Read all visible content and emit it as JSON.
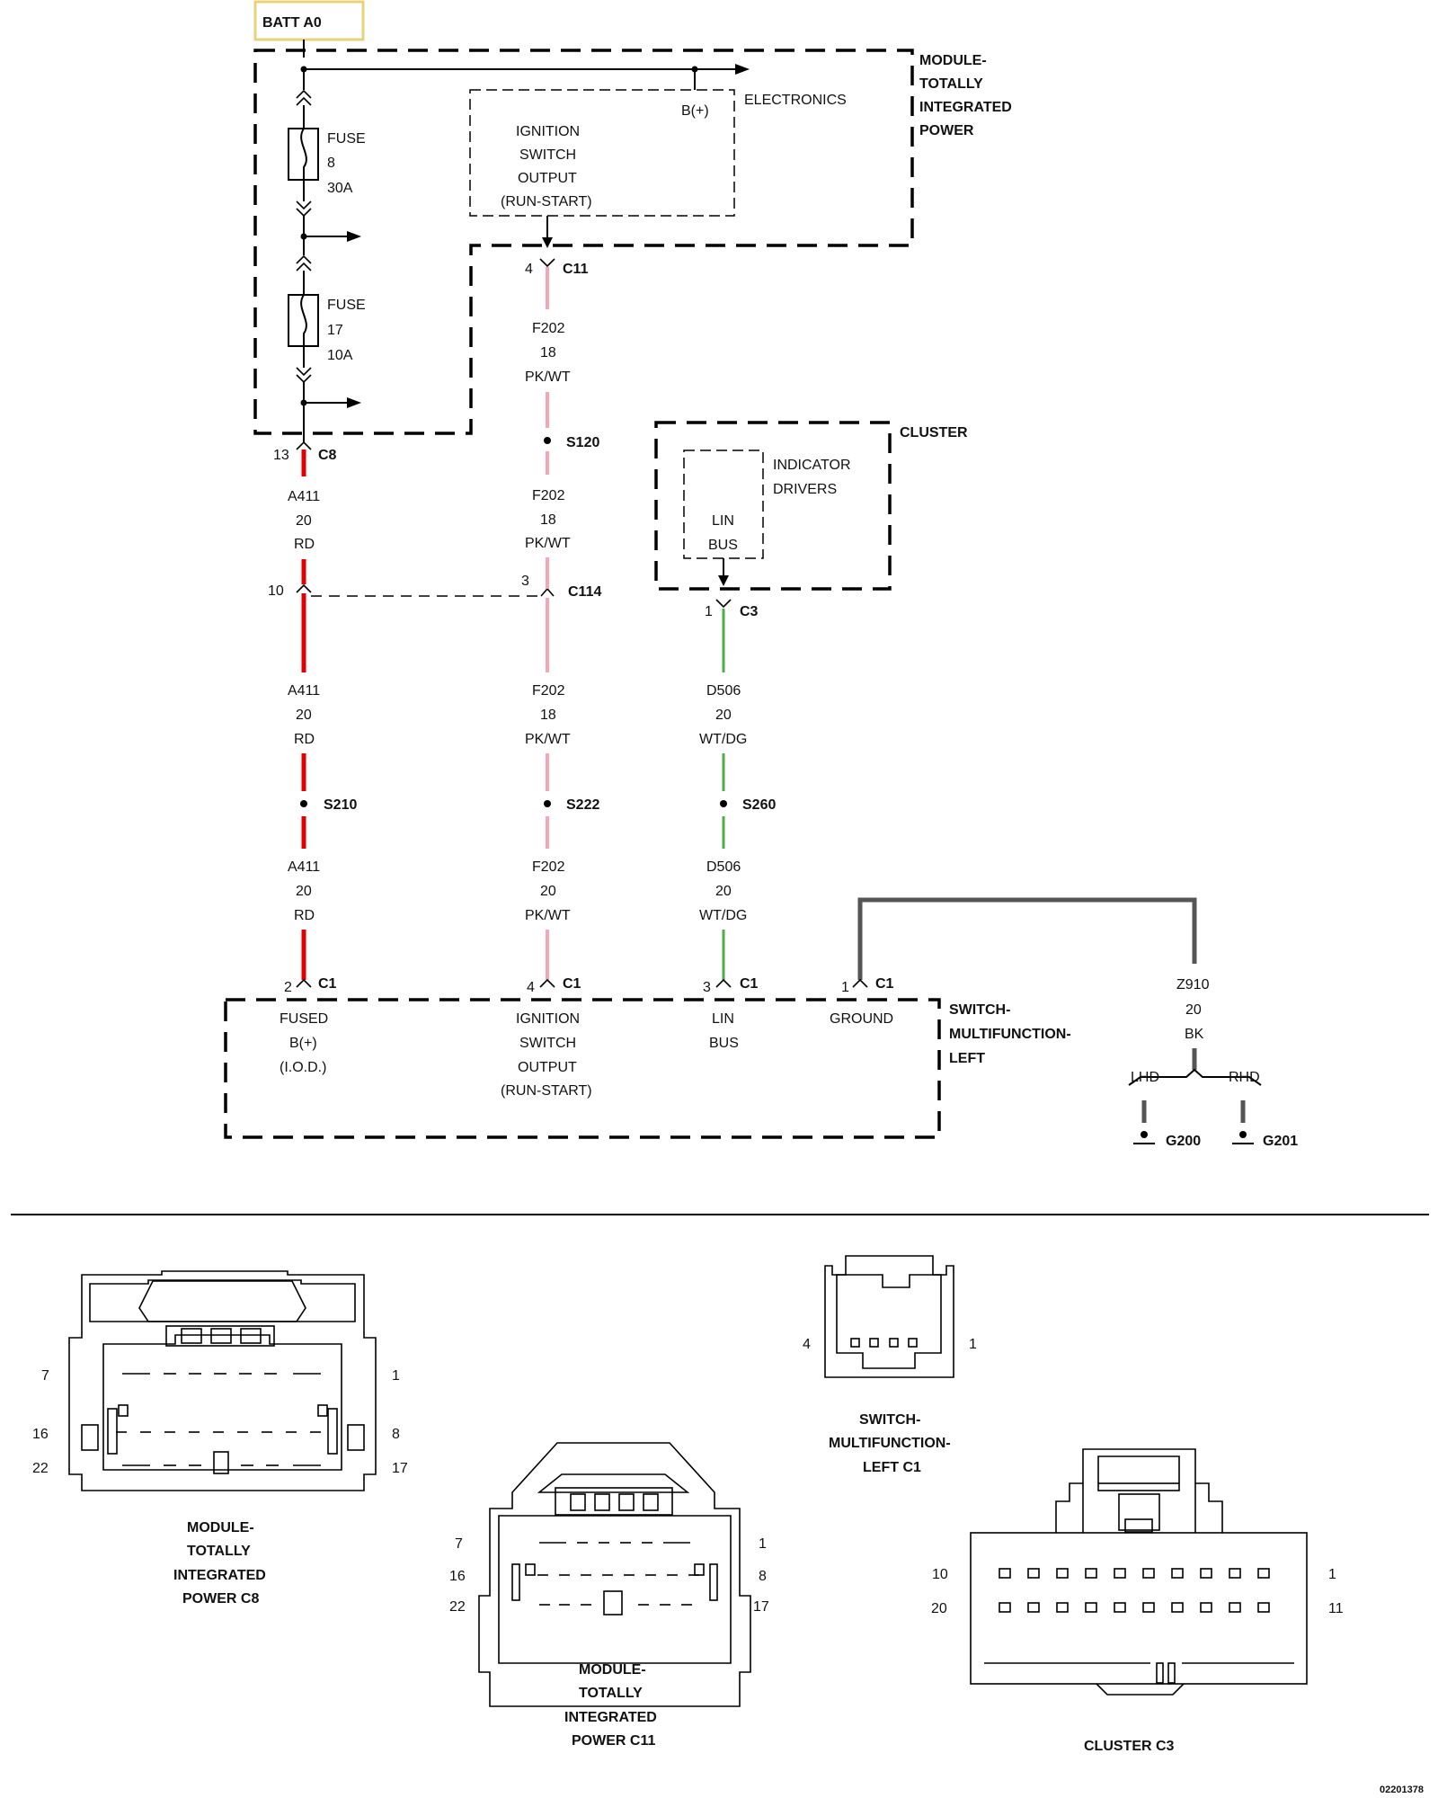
{
  "batt": "BATT A0",
  "modules": {
    "tipm": [
      "MODULE-",
      "TOTALLY",
      "INTEGRATED",
      "POWER"
    ],
    "electronics": "ELECTRONICS",
    "bplus": "B(+)",
    "ignition_output": [
      "IGNITION",
      "SWITCH",
      "OUTPUT",
      "(RUN-START)"
    ],
    "cluster": "CLUSTER",
    "indicator_drivers": [
      "INDICATOR",
      "DRIVERS"
    ],
    "lin_bus": [
      "LIN",
      "BUS"
    ],
    "smfl": [
      "SWITCH-",
      "MULTIFUNCTION-",
      "LEFT"
    ]
  },
  "fuses": [
    {
      "label": "FUSE",
      "number": "8",
      "rating": "30A"
    },
    {
      "label": "FUSE",
      "number": "17",
      "rating": "10A"
    }
  ],
  "connectors": {
    "c8": {
      "pin": "13",
      "name": "C8"
    },
    "c11": {
      "pin": "4",
      "name": "C11"
    },
    "c114": {
      "pin_a": "10",
      "pin_b": "3",
      "name": "C114"
    },
    "c3": {
      "pin": "1",
      "name": "C3"
    }
  },
  "splices": {
    "s120": "S120",
    "s210": "S210",
    "s222": "S222",
    "s260": "S260"
  },
  "wires": {
    "a411_1": [
      "A411",
      "20",
      "RD"
    ],
    "a411_2": [
      "A411",
      "20",
      "RD"
    ],
    "a411_3": [
      "A411",
      "20",
      "RD"
    ],
    "f202_1": [
      "F202",
      "18",
      "PK/WT"
    ],
    "f202_2": [
      "F202",
      "18",
      "PK/WT"
    ],
    "f202_3": [
      "F202",
      "18",
      "PK/WT"
    ],
    "f202_4": [
      "F202",
      "20",
      "PK/WT"
    ],
    "d506_1": [
      "D506",
      "20",
      "WT/DG"
    ],
    "d506_2": [
      "D506",
      "20",
      "WT/DG"
    ],
    "z910": [
      "Z910",
      "20",
      "BK"
    ]
  },
  "smfl_pins": [
    {
      "pin": "2",
      "name": "C1",
      "func": [
        "FUSED",
        "B(+)",
        "(I.O.D.)"
      ]
    },
    {
      "pin": "4",
      "name": "C1",
      "func": [
        "IGNITION",
        "SWITCH",
        "OUTPUT",
        "(RUN-START)"
      ]
    },
    {
      "pin": "3",
      "name": "C1",
      "func": [
        "LIN",
        "BUS"
      ]
    },
    {
      "pin": "1",
      "name": "C1",
      "func": [
        "GROUND"
      ]
    }
  ],
  "grounds": {
    "lhd": "LHD",
    "rhd": "RHD",
    "g200": "G200",
    "g201": "G201"
  },
  "connector_views": {
    "c8": {
      "title": [
        "MODULE-",
        "TOTALLY",
        "INTEGRATED",
        "POWER C8"
      ],
      "pins": [
        "7",
        "1",
        "16",
        "8",
        "22",
        "17"
      ]
    },
    "c11": {
      "title": [
        "MODULE-",
        "TOTALLY",
        "INTEGRATED",
        "POWER C11"
      ],
      "pins": [
        "7",
        "1",
        "16",
        "8",
        "22",
        "17"
      ]
    },
    "smfl": {
      "title": [
        "SWITCH-",
        "MULTIFUNCTION-",
        "LEFT C1"
      ],
      "pins": [
        "4",
        "1"
      ]
    },
    "c3": {
      "title": [
        "CLUSTER C3"
      ],
      "pins": [
        "10",
        "1",
        "20",
        "11"
      ]
    }
  },
  "colors": {
    "red": "#e00000",
    "pink": "#f4a6b6",
    "green": "#4cae4c",
    "gray": "#555555",
    "batt_border": "#e8d37a"
  },
  "doc_id": "02201378"
}
